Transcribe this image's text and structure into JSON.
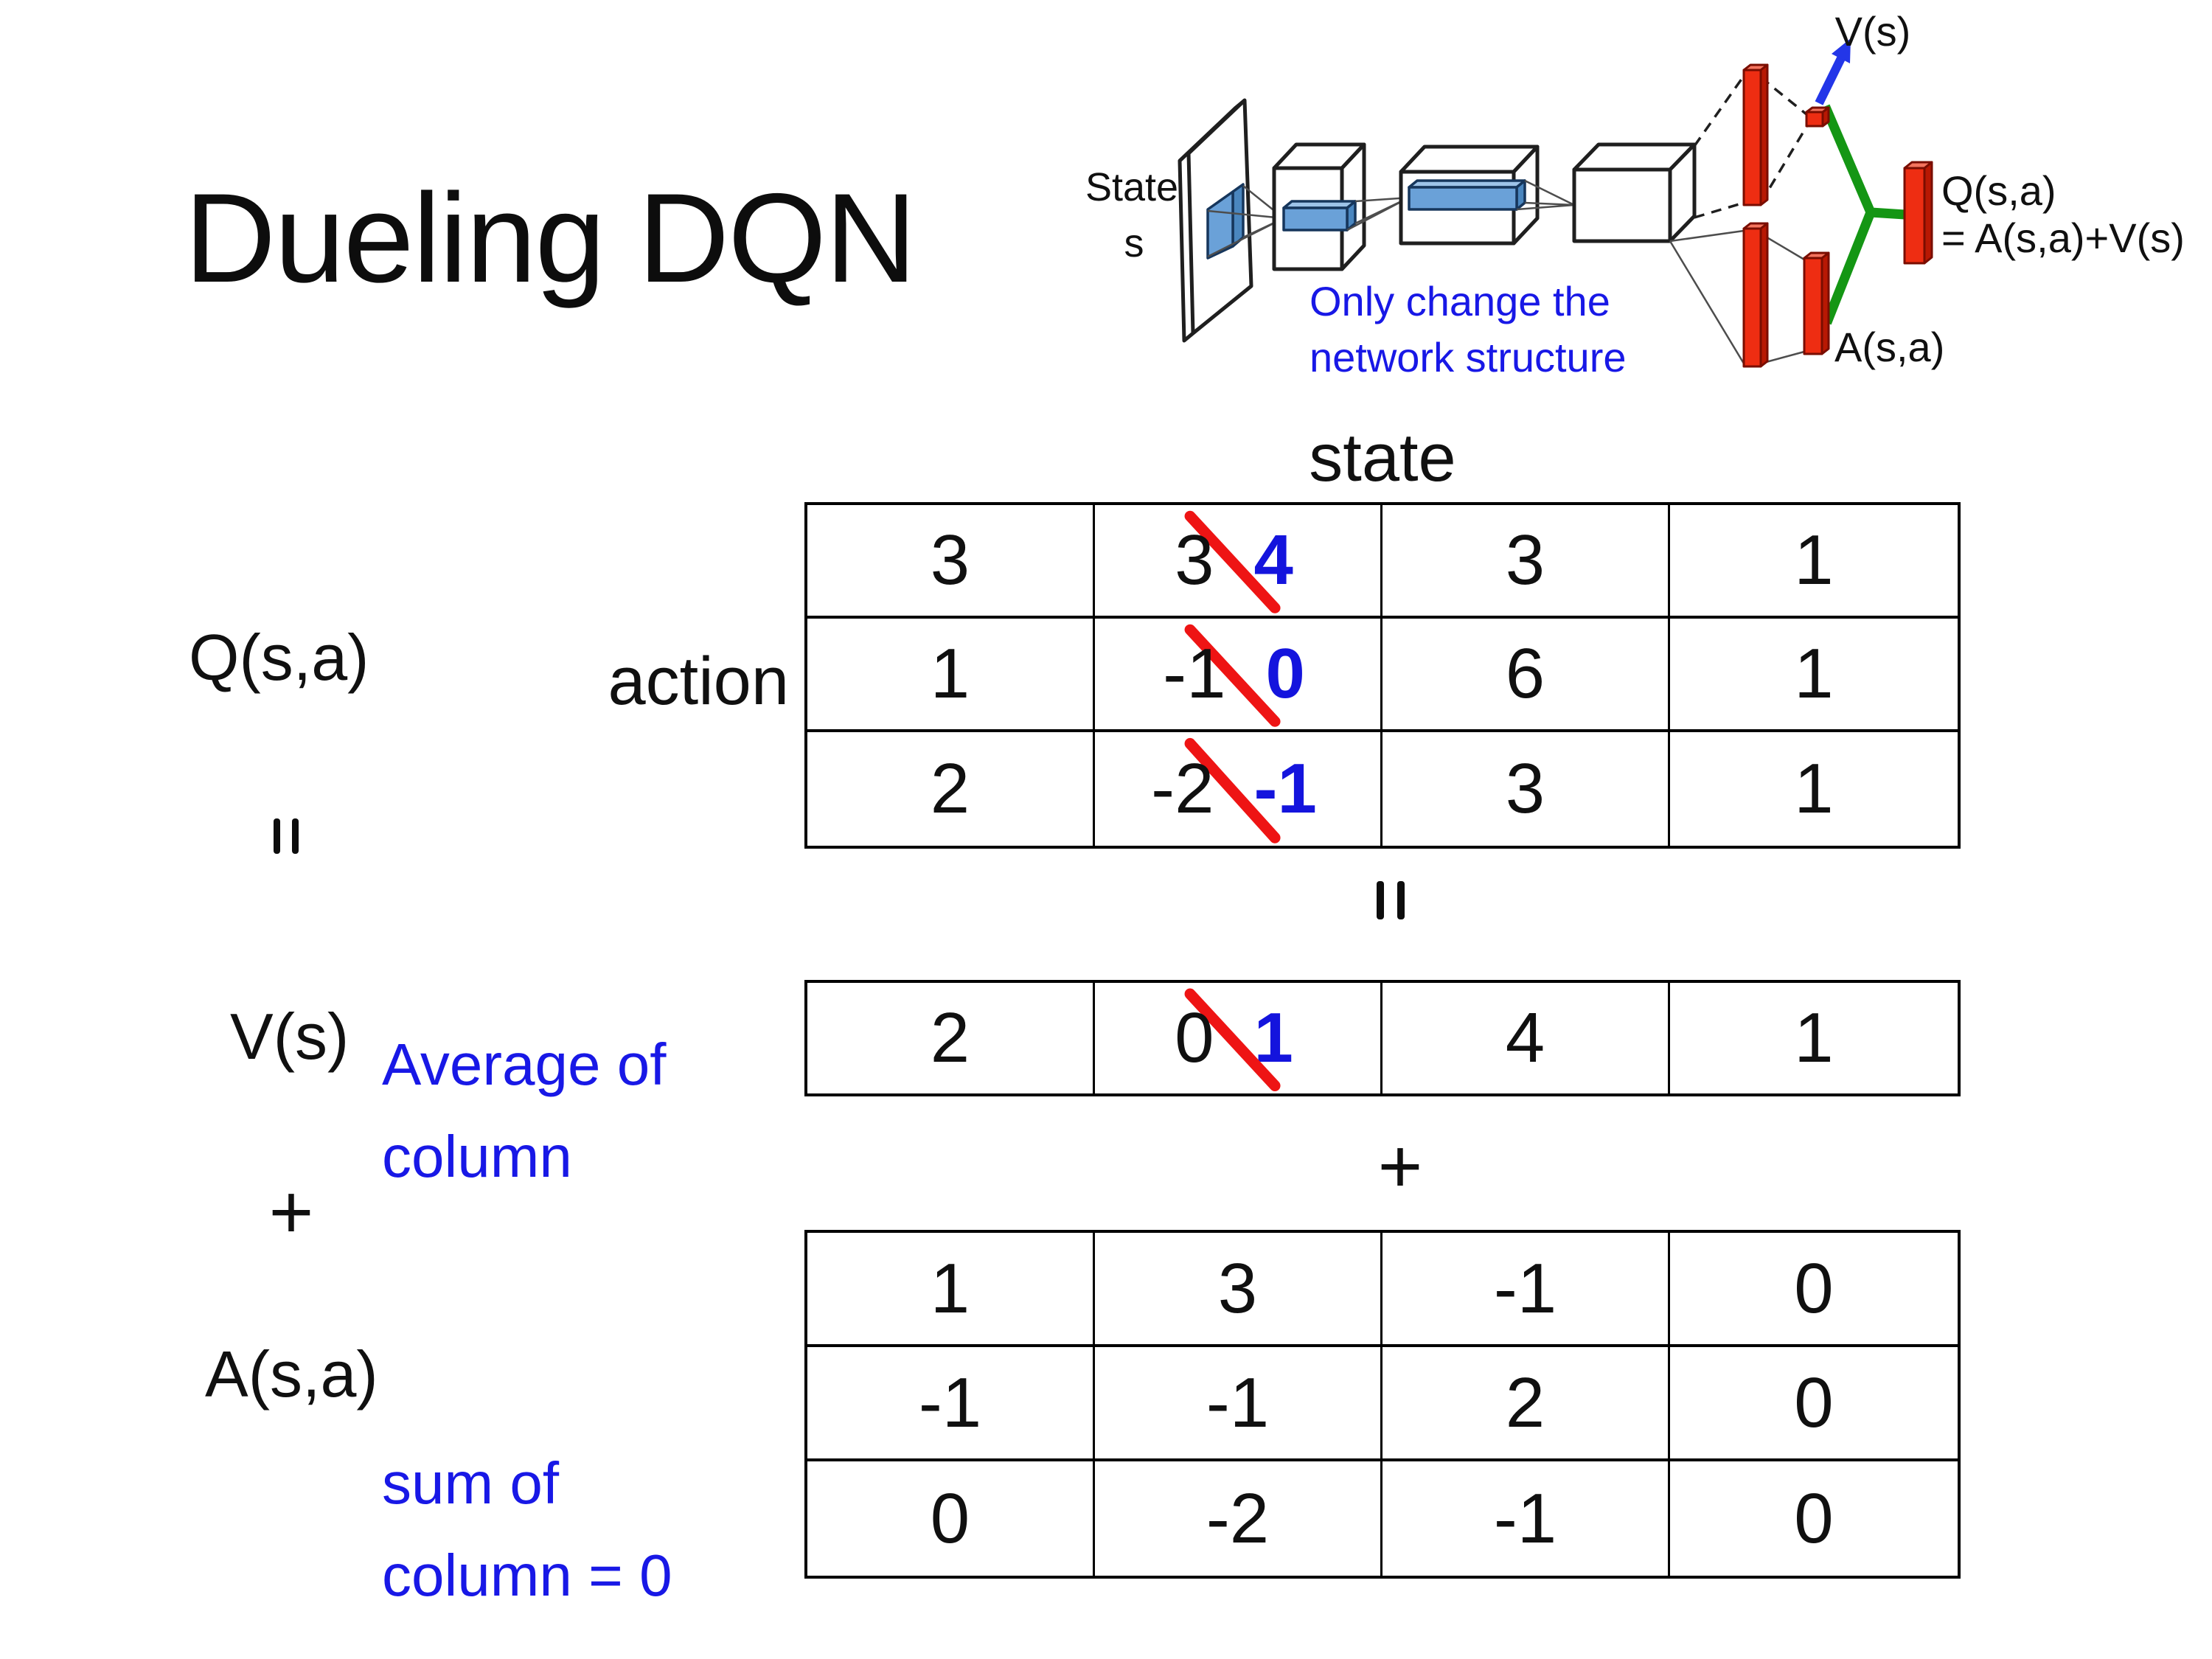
{
  "slide": {
    "title": "Dueling DQN"
  },
  "colors": {
    "text_blue": "#1818e6",
    "number_blue": "#1414dd",
    "cross_red": "#ee1414",
    "bar_red": "#ee2d12",
    "link_green": "#149614",
    "arrow_blue": "#2336e8",
    "conv_blue": "#6aa1d8"
  },
  "diagram": {
    "input_label_line1": "State",
    "input_label_line2": "s",
    "v_output_label": "V(s)",
    "q_output_label_line1": "Q(s,a)",
    "q_output_label_line2": "= A(s,a)+V(s)",
    "a_output_label": "A(s,a)",
    "note_line1": "Only change the",
    "note_line2": "network structure"
  },
  "matrix_section": {
    "state_label": "state",
    "action_label": "action",
    "q_label": "Q(s,a)",
    "v_label": "V(s)",
    "a_label": "A(s,a)",
    "plus_symbol": "+",
    "equals_symbol": "=",
    "average_note": "Average of\ncolumn",
    "sum_note": "sum of\ncolumn = 0",
    "q_table": {
      "rows": [
        [
          {
            "v": "3"
          },
          {
            "old": "3",
            "new": "4"
          },
          {
            "v": "3"
          },
          {
            "v": "1"
          }
        ],
        [
          {
            "v": "1"
          },
          {
            "old": "-1",
            "new": "0"
          },
          {
            "v": "6"
          },
          {
            "v": "1"
          }
        ],
        [
          {
            "v": "2"
          },
          {
            "old": "-2",
            "new": "-1"
          },
          {
            "v": "3"
          },
          {
            "v": "1"
          }
        ]
      ]
    },
    "v_table": {
      "rows": [
        [
          {
            "v": "2"
          },
          {
            "old": "0",
            "new": "1"
          },
          {
            "v": "4"
          },
          {
            "v": "1"
          }
        ]
      ]
    },
    "a_table": {
      "rows": [
        [
          {
            "v": "1"
          },
          {
            "v": "3"
          },
          {
            "v": "-1"
          },
          {
            "v": "0"
          }
        ],
        [
          {
            "v": "-1"
          },
          {
            "v": "-1"
          },
          {
            "v": "2"
          },
          {
            "v": "0"
          }
        ],
        [
          {
            "v": "0"
          },
          {
            "v": "-2"
          },
          {
            "v": "-1"
          },
          {
            "v": "0"
          }
        ]
      ]
    }
  }
}
